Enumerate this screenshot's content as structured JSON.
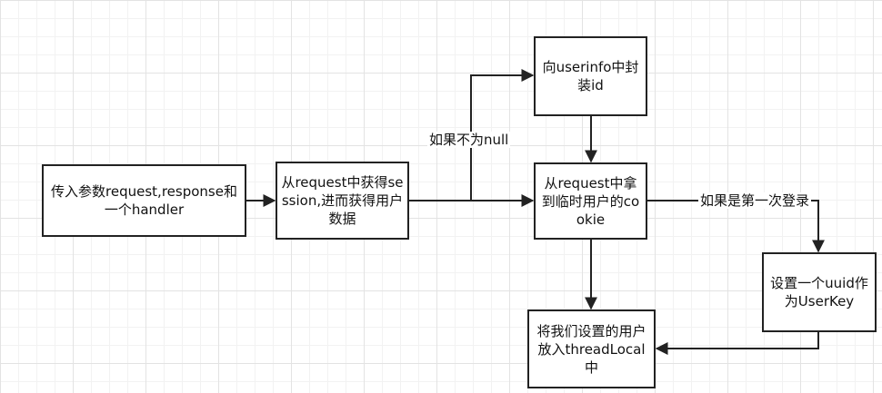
{
  "nodes": {
    "n1": "传入参数request,response和一个handler",
    "n2": "从request中获得session,进而获得用户数据",
    "n3": "向userinfo中封装id",
    "n4": "从request中拿到临时用户的cookie",
    "n5": "设置一个uuid作为UserKey",
    "n6": "将我们设置的用户放入threadLocal中"
  },
  "edges": {
    "not_null": "如果不为null",
    "first_login": "如果是第一次登录"
  }
}
